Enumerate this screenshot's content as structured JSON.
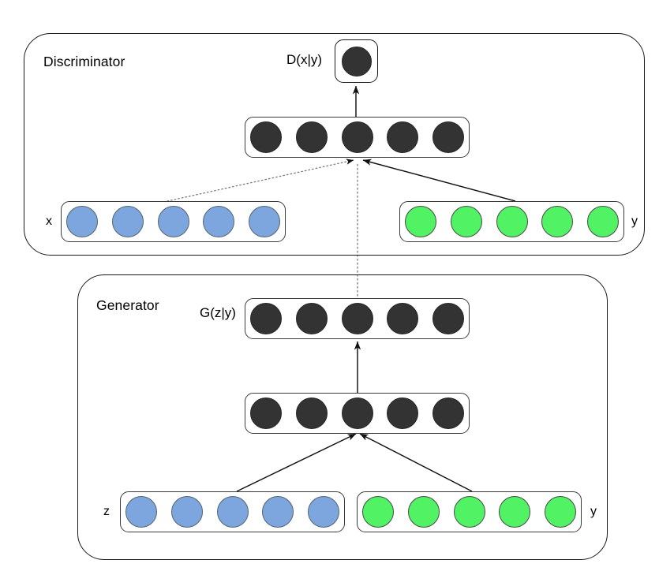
{
  "diagram": {
    "title_visible": false,
    "type": "conditional-gan-architecture",
    "colors": {
      "node_dark": "#333333",
      "node_blue": "#7EA6DE",
      "node_green": "#51F264",
      "stroke": "#1a1a1a",
      "background": "#ffffff"
    },
    "modules": [
      {
        "key": "discriminator",
        "label": "Discriminator",
        "layers": [
          {
            "key": "d_output",
            "label": "D(x|y)",
            "node_color": "dark",
            "count": 1
          },
          {
            "key": "d_hidden",
            "label": "",
            "node_color": "dark",
            "count": 5
          },
          {
            "key": "d_input_x",
            "label": "x",
            "node_color": "blue",
            "count": 5
          },
          {
            "key": "d_input_y",
            "label": "y",
            "node_color": "green",
            "count": 5
          }
        ]
      },
      {
        "key": "generator",
        "label": "Generator",
        "layers": [
          {
            "key": "g_output",
            "label": "G(z|y)",
            "node_color": "dark",
            "count": 5
          },
          {
            "key": "g_hidden",
            "label": "",
            "node_color": "dark",
            "count": 5
          },
          {
            "key": "g_input_z",
            "label": "z",
            "node_color": "blue",
            "count": 5
          },
          {
            "key": "g_input_y",
            "label": "y",
            "node_color": "green",
            "count": 5
          }
        ]
      }
    ],
    "labels": {
      "discriminator": "Discriminator",
      "generator": "Generator",
      "d_output": "D(x|y)",
      "g_output": "G(z|y)",
      "x": "x",
      "y_discriminator": "y",
      "z": "z",
      "y_generator": "y"
    },
    "edges": [
      {
        "from": "d_hidden",
        "to": "d_output",
        "style": "solid",
        "arrow": true
      },
      {
        "from": "d_input_x",
        "to": "d_hidden",
        "style": "dotted",
        "arrow": true
      },
      {
        "from": "d_input_y",
        "to": "d_hidden",
        "style": "solid",
        "arrow": true
      },
      {
        "from": "g_output",
        "to": "d_hidden",
        "style": "dotted",
        "arrow": true
      },
      {
        "from": "g_hidden",
        "to": "g_output",
        "style": "solid",
        "arrow": true
      },
      {
        "from": "g_input_z",
        "to": "g_hidden",
        "style": "solid",
        "arrow": true
      },
      {
        "from": "g_input_y",
        "to": "g_hidden",
        "style": "solid",
        "arrow": true
      }
    ]
  }
}
